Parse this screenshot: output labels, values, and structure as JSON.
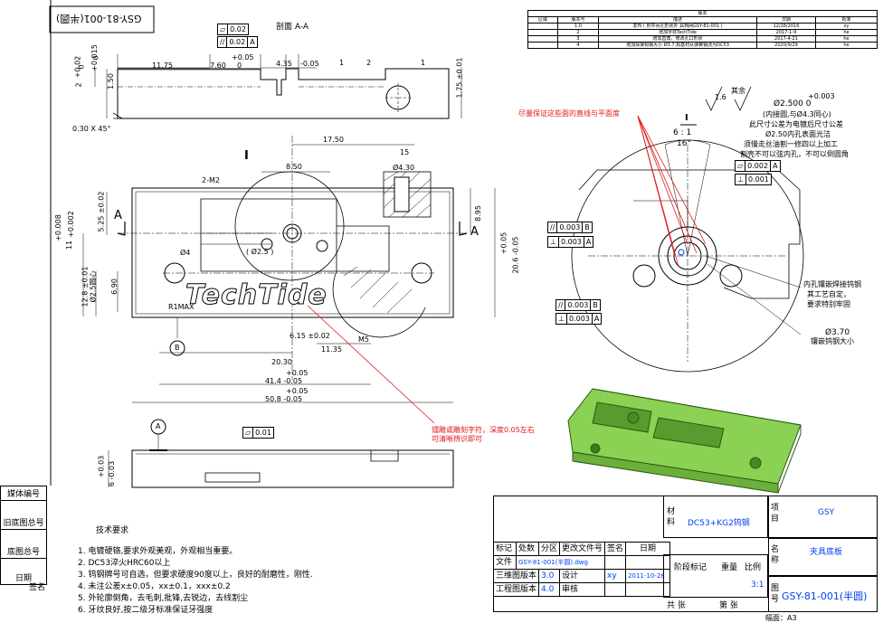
{
  "drawing_no_stamp": "GSY-81-001(半圆)",
  "section_title": "剖面 A-A",
  "fcf_top": [
    {
      "sym": "▱",
      "val": "0.02",
      "ref": ""
    },
    {
      "sym": "//",
      "val": "0.02",
      "ref": "A"
    }
  ],
  "fcf_right": [
    {
      "sym": "▱",
      "val": "0.002",
      "ref": "A"
    },
    {
      "sym": "⊥",
      "val": "0.001",
      "ref": ""
    }
  ],
  "fcf_mid": [
    {
      "sym": "//",
      "val": "0.003",
      "ref": "B"
    },
    {
      "sym": "⊥",
      "val": "0.003",
      "ref": "A"
    }
  ],
  "fcf_mid2": [
    {
      "sym": "//",
      "val": "0.003",
      "ref": "B"
    },
    {
      "sym": "⊥",
      "val": "0.003",
      "ref": "A"
    }
  ],
  "fcf_bottom": {
    "sym": "▱",
    "val": "0.01"
  },
  "revision_table": {
    "title": "版本",
    "headers": [
      "区域",
      "版本号",
      "描述",
      "日期",
      "批准"
    ],
    "rows": [
      [
        "",
        "1.0",
        "发布 ( 附中间孔形状外 具档网GSY-81-001 )",
        "12/28/2016",
        "xy"
      ],
      [
        "",
        "2",
        "增加字样TechTide",
        "2017-1-9",
        "he"
      ],
      [
        "",
        "3",
        "增加直角，修改孔口形状",
        "2017-4-21",
        "he"
      ],
      [
        "",
        "4",
        "增加焊接钨钢大小 Ø3.7,钨基材从弹簧钢改为DC53",
        "2020/9/29",
        "he"
      ]
    ]
  },
  "dims": {
    "top_0_05": "+0.05",
    "top_0": "0",
    "d1175": "11.75",
    "d760": "7.60",
    "d435": "4.35",
    "d_m005": "-0.05",
    "d1": "1",
    "d2": "2",
    "d175": "1.75 ±0.01",
    "d150": "1.50",
    "d2v": "2",
    "tol_p002": "+0.02",
    "tol_0": "0",
    "tol_p0015": "+0.015",
    "chamfer": "0.30 X 45°",
    "d1750": "17.50",
    "d850": "8.50",
    "d15": "15",
    "d430": "Ø4.30",
    "m2": "2-M2",
    "roman": "I",
    "p008": "+0.008",
    "p0002": "+0.002",
    "d11": "11",
    "d525": "5.25 ±0.02",
    "d4": "Ø4",
    "d25": "( Ø2.5 )",
    "d895": "8.95",
    "d1280": "12.8 ±0.01",
    "d25b": "Ø2.5圆心",
    "d690": "6.90",
    "r1max": "R1MAX",
    "d615": "6.15 ±0.02",
    "d1135": "11.35",
    "m5": "M5",
    "d2030": "20.30",
    "d414a": "+0.05",
    "d414": "41.4  -0.05",
    "d508a": "+0.05",
    "d508": "50.8  -0.05",
    "d206a": "+0.05",
    "d206": "20.6 -0.05",
    "d6a": "+0.03",
    "d6": "6 -0.03",
    "letterA": "A",
    "letterB": "B",
    "radius_note1": "+0.003",
    "radius_d": "Ø2.500  0",
    "radius_note2": "(内接圆,与Ø4.3同心)",
    "radius_note3": "此尺寸公差为电镀后尺寸公差",
    "radius_note4": "Ø2.50内孔表面光洁",
    "radius_note5": "须慢走丝油割一修四以上加工",
    "radius_note6": "割壳不可以弦内孔，不可以倒圆角",
    "scale_label": "6 : 1",
    "angle": "16°",
    "rough": "1.6",
    "rest": "其余",
    "weld_note1": "内孔镶嵌焊接钨钢",
    "weld_note2": "其工艺自定，",
    "weld_note3": "要求特别牢固",
    "weld_d": "Ø3.70",
    "weld_d2": "镶嵌钨钢大小",
    "red_note1": "尽量保证这些面的直线与平面度",
    "red_note2": "镭雕或雕刻字符，深度0.05左右",
    "red_note3": "可清晰辨识即可",
    "techtide": "TechTide"
  },
  "tech_requirements": {
    "title": "技术要求",
    "items": [
      "1.    电镀硬铬,要求外观美观，外观相当重要。",
      "2.    DC53淬火HRC60以上",
      "3.    钨钢牌号可自选，但要求硬度90度以上，良好的耐磨性，刚性.",
      "4.    未注公差x±0.05，xx±0.1，xxx±0.2",
      "5.    外轮廓倒角，去毛刺,批锋,去锐边，去线割尘",
      "6.    牙纹良好,按二级牙标准保证牙强度"
    ]
  },
  "left_table": [
    "媒体编号",
    "旧底图总号",
    "底图总号",
    "日期",
    "签名"
  ],
  "title_block": {
    "material_label": "材料",
    "material": "DC53+KG2钨钢",
    "item_label": "项目",
    "item": "GSY",
    "name_label": "名称",
    "name": "夹具底板",
    "drawing_label": "图号",
    "drawing_no": "GSY-81-001(半圆)",
    "headers": [
      "标记",
      "处数",
      "分区",
      "更改文件号",
      "签名",
      "日期"
    ],
    "file_label": "文件",
    "file_name": "GSY-81-001(半圆).dwg",
    "model_ver_label": "三维图版本",
    "model_ver": "3.0",
    "design_label": "设计",
    "designer": "xy",
    "date": "2011-10-28",
    "eng_ver_label": "工程图版本",
    "eng_ver": "4.0",
    "review_label": "审核",
    "stage_label": "阶段标记",
    "weight_label": "重量",
    "scale_label": "比例",
    "scale": "3:1",
    "sheet_total": "共     张",
    "sheet_no": "第     张",
    "paper_label": "幅面：A3"
  }
}
